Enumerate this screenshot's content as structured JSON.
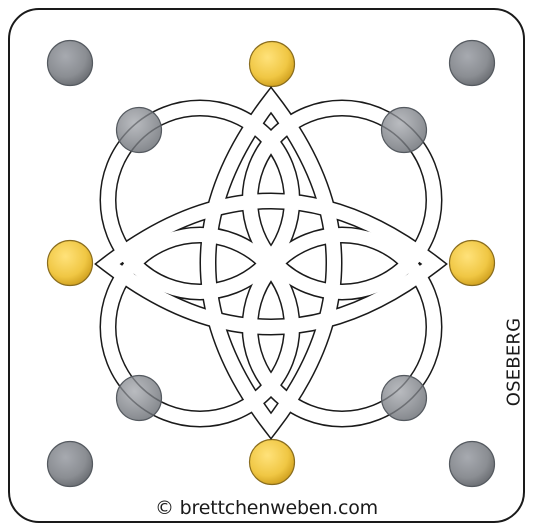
{
  "footer": {
    "copyright": "© brettchenweben.com"
  },
  "brand": {
    "name": "OSEBERG"
  },
  "colors": {
    "grey_hole": "#8e9196",
    "gold_hole": "#f2c94c",
    "outline": "#1a1a1a"
  },
  "holes": {
    "corner_grey_icon": "grey-hole",
    "side_gold_icon": "gold-hole",
    "inner_grey_icon": "translucent-grey-hole"
  }
}
